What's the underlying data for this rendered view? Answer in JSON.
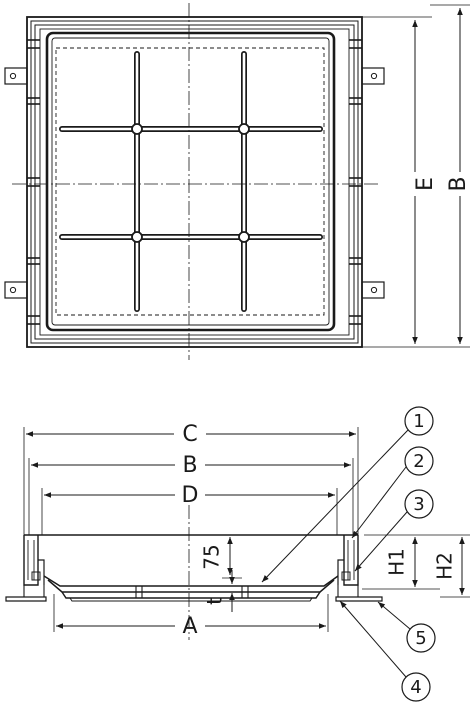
{
  "plan_view": {
    "dim_E": "E",
    "dim_B": "B"
  },
  "section_view": {
    "dim_C": "C",
    "dim_B": "B",
    "dim_D": "D",
    "dim_A": "A",
    "dim_75": "75",
    "dim_t": "t",
    "dim_H1": "H1",
    "dim_H2": "H2"
  },
  "callouts": [
    {
      "label": "1"
    },
    {
      "label": "2"
    },
    {
      "label": "3"
    },
    {
      "label": "4"
    },
    {
      "label": "5"
    }
  ]
}
